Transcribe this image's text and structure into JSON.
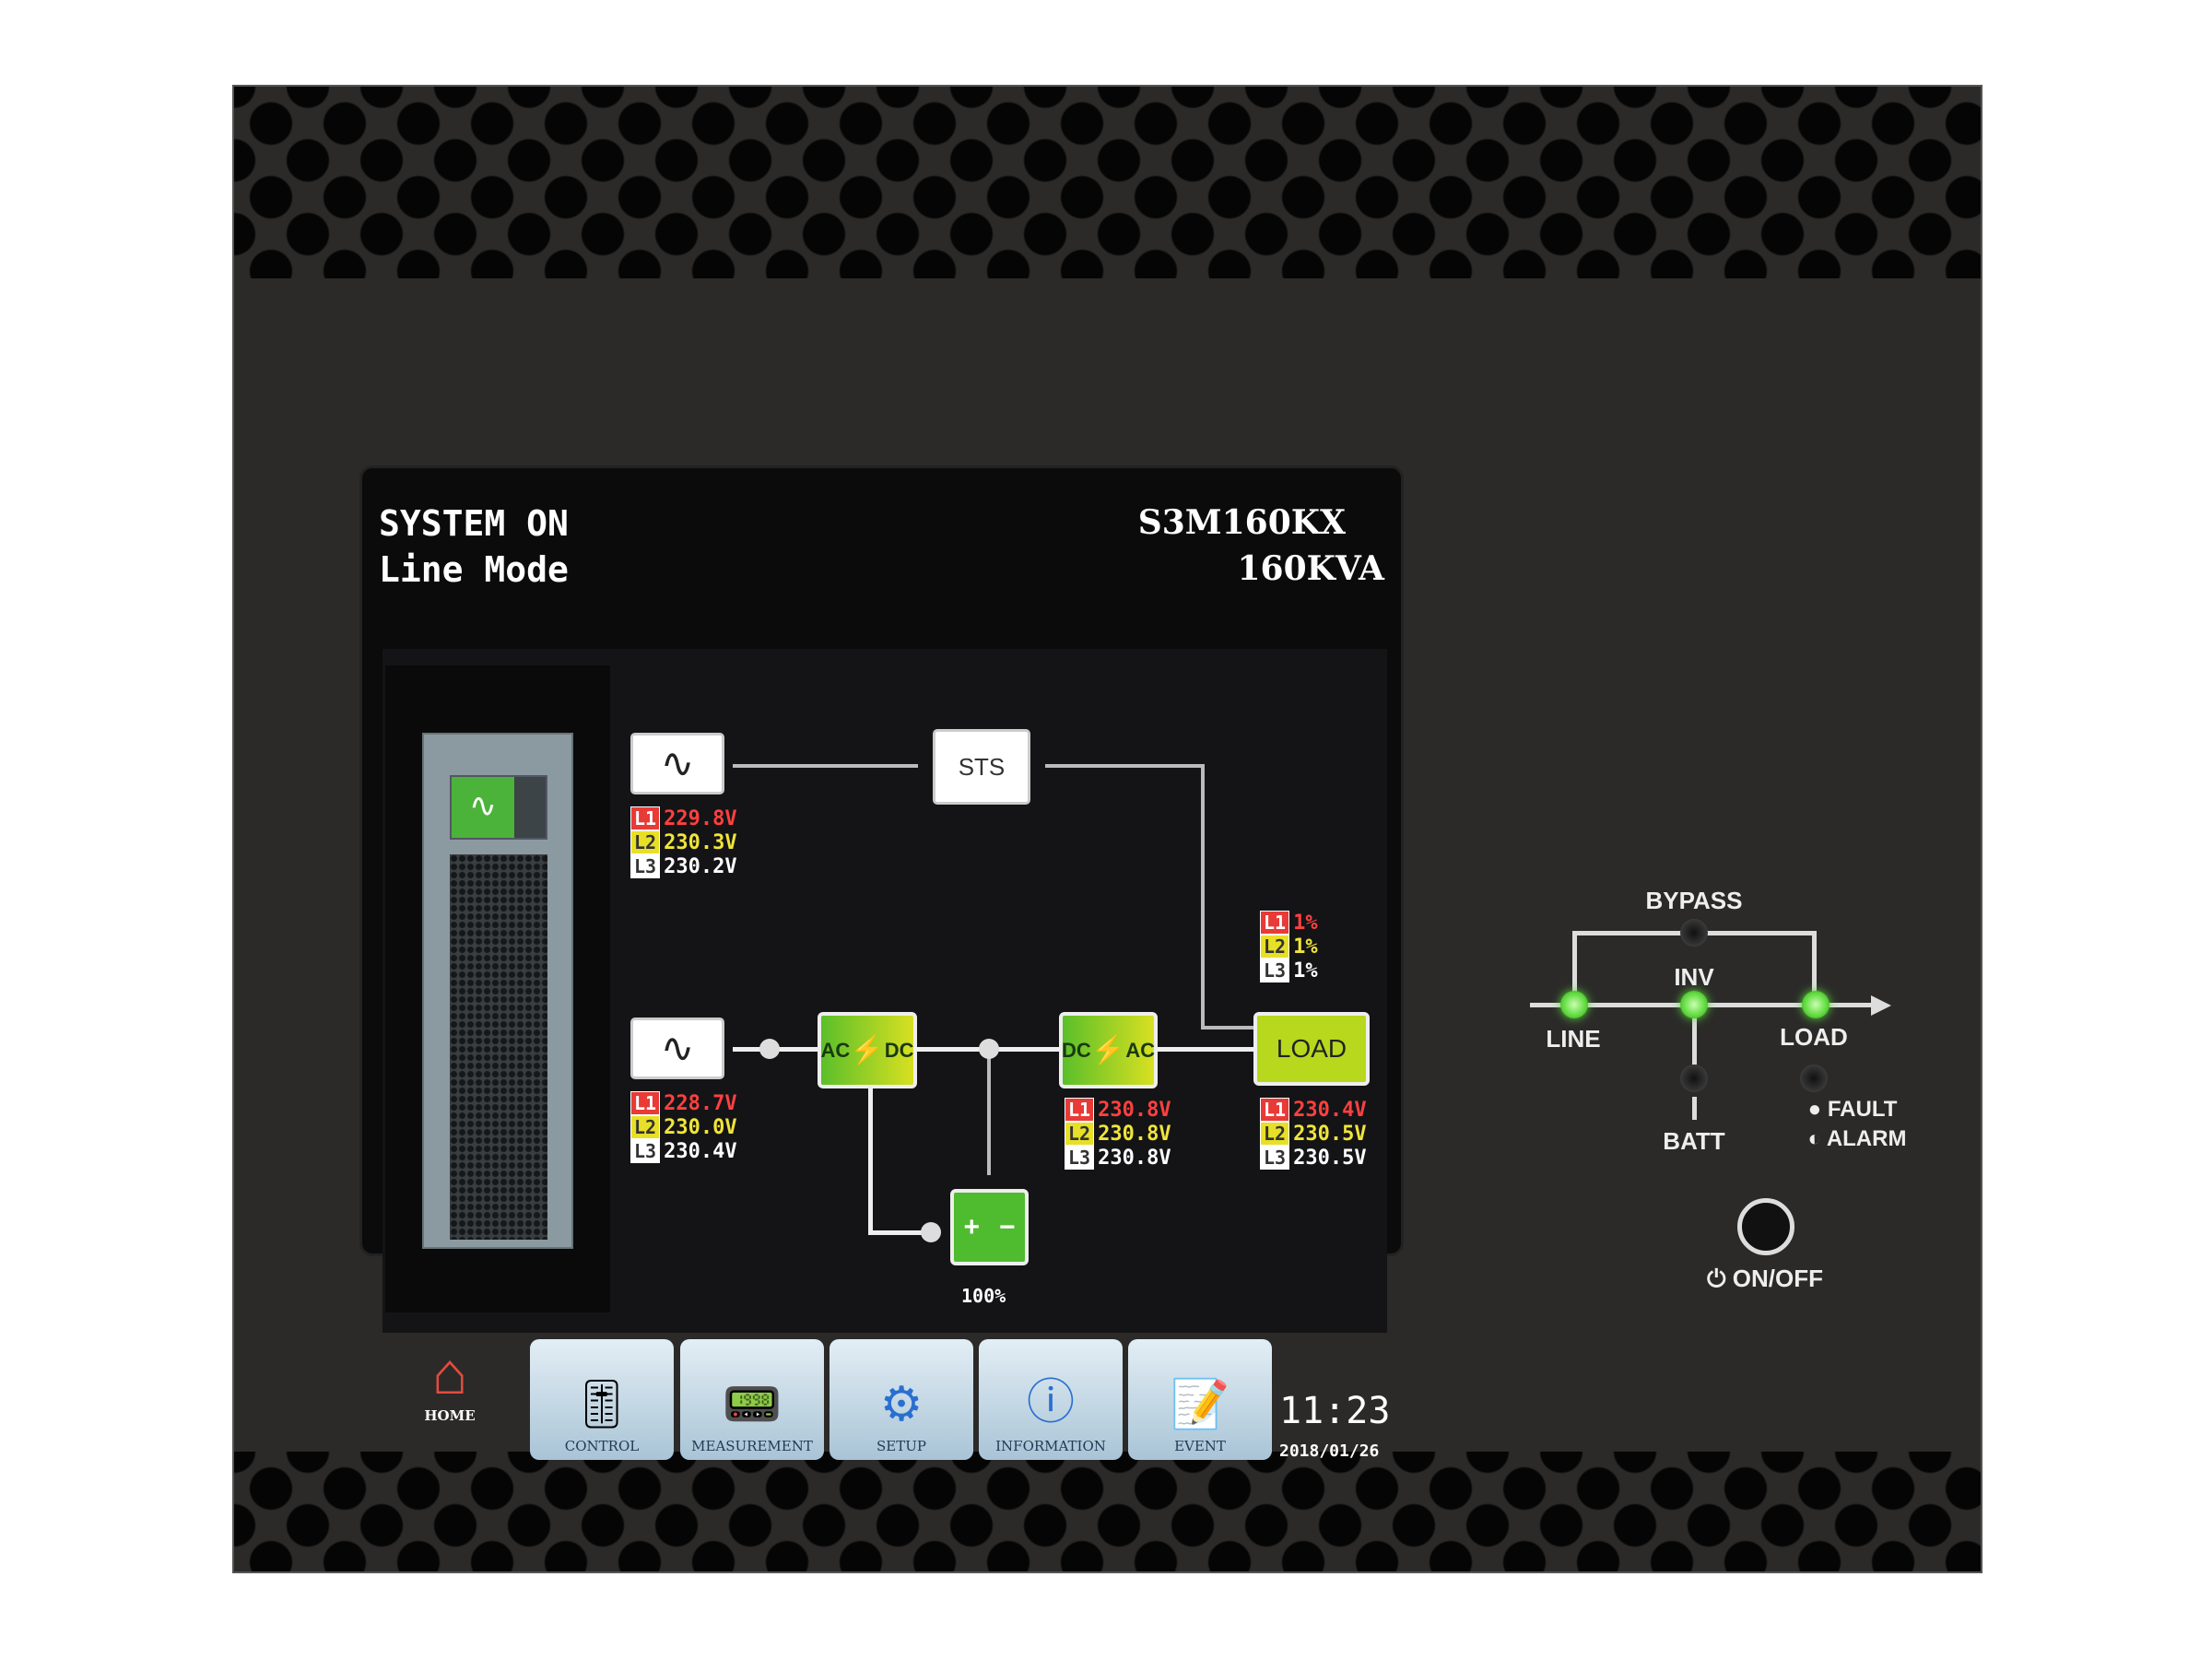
{
  "header": {
    "status": "SYSTEM ON",
    "mode": "Line Mode",
    "model": "S3M160KX",
    "rating": "160KVA"
  },
  "diagram": {
    "sts_label": "STS",
    "acdc_left": "AC",
    "acdc_right": "DC",
    "dcac_left": "DC",
    "dcac_right": "AC",
    "load_label": "LOAD",
    "battery_percent": "100%",
    "bypass": [
      {
        "tag": "L1",
        "value": "229.8V"
      },
      {
        "tag": "L2",
        "value": "230.3V"
      },
      {
        "tag": "L3",
        "value": "230.2V"
      }
    ],
    "mains": [
      {
        "tag": "L1",
        "value": "228.7V"
      },
      {
        "tag": "L2",
        "value": "230.0V"
      },
      {
        "tag": "L3",
        "value": "230.4V"
      }
    ],
    "inverter": [
      {
        "tag": "L1",
        "value": "230.8V"
      },
      {
        "tag": "L2",
        "value": "230.8V"
      },
      {
        "tag": "L3",
        "value": "230.8V"
      }
    ],
    "load_pct": [
      {
        "tag": "L1",
        "value": "1%"
      },
      {
        "tag": "L2",
        "value": "1%"
      },
      {
        "tag": "L3",
        "value": "1%"
      }
    ],
    "output": [
      {
        "tag": "L1",
        "value": "230.4V"
      },
      {
        "tag": "L2",
        "value": "230.5V"
      },
      {
        "tag": "L3",
        "value": "230.5V"
      }
    ]
  },
  "nav": {
    "home": "HOME",
    "control": "CONTROL",
    "measurement": "MEASUREMENT",
    "setup": "SETUP",
    "information": "INFORMATION",
    "event": "EVENT"
  },
  "clock": {
    "time": "11:23",
    "date": "2018/01/26"
  },
  "front_panel": {
    "bypass": "BYPASS",
    "inv": "INV",
    "line": "LINE",
    "load": "LOAD",
    "batt": "BATT",
    "fault": "FAULT",
    "alarm": "ALARM",
    "onoff": "ON/OFF",
    "leds": {
      "bypass": "off",
      "line": "on",
      "inv": "on",
      "load": "on",
      "batt": "off",
      "fault": "off"
    }
  },
  "colors": {
    "led_on": "#5cd83a",
    "l1": "#e83a36",
    "l2": "#e8df27",
    "l3": "#ffffff"
  }
}
